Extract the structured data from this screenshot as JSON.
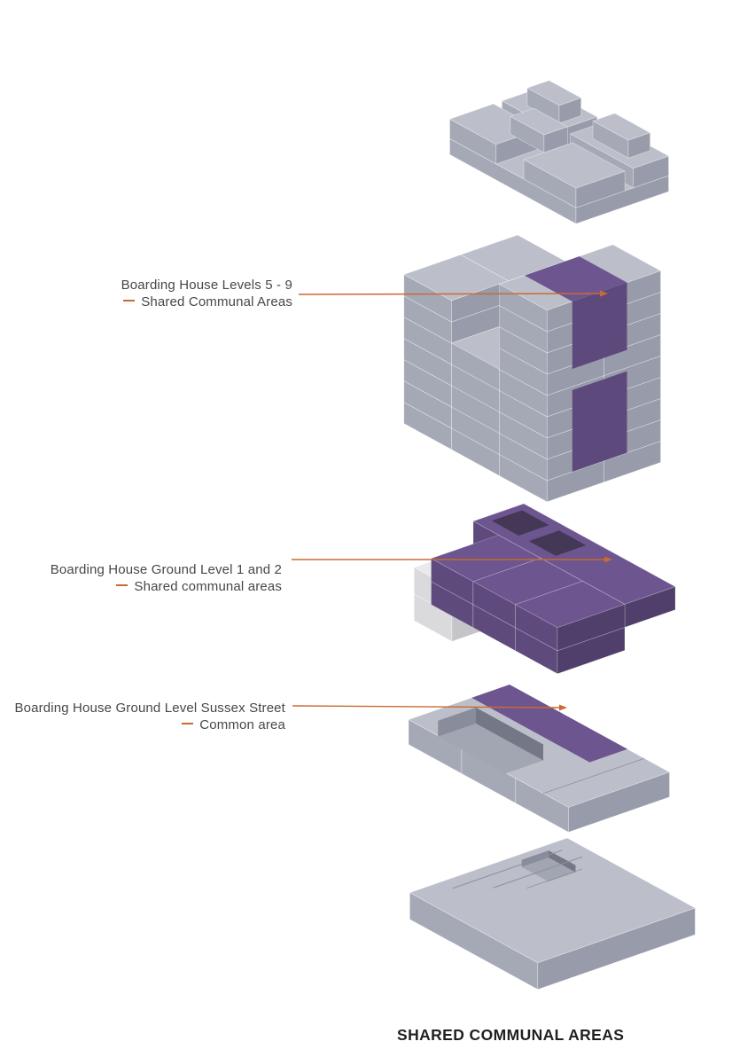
{
  "caption": "SHARED COMMUNAL AREAS",
  "labels": {
    "levels59": {
      "line1": "Boarding House Levels 5 - 9",
      "line2": "Shared Communal Areas"
    },
    "ground12": {
      "line1": "Boarding House Ground Level 1 and 2",
      "line2": "Shared communal areas"
    },
    "sussex": {
      "line1": "Boarding House Ground Level Sussex Street",
      "line2": "Common area"
    }
  },
  "colors": {
    "accent": "#c96a33",
    "text": "#474747",
    "caption_text": "#221f20",
    "gray": {
      "top": "#bcbfca",
      "left": "#a5a9b6",
      "right": "#979baa",
      "dark": "#70747f",
      "seam": "rgba(255,255,255,0.45)"
    },
    "purple": {
      "top": "#6d5590",
      "left": "#5e4a7c",
      "right": "#503f6a",
      "panel": "#5d497b",
      "dark": "#453756"
    },
    "light": {
      "top": "#eaeaec",
      "left": "#dadadd",
      "right": "#c4c4c9"
    },
    "pit": {
      "floor": "#a2a6b2",
      "wall_dark": "#747886",
      "wall_mid": "#898d9b",
      "seam_line": "#8d919e"
    }
  }
}
